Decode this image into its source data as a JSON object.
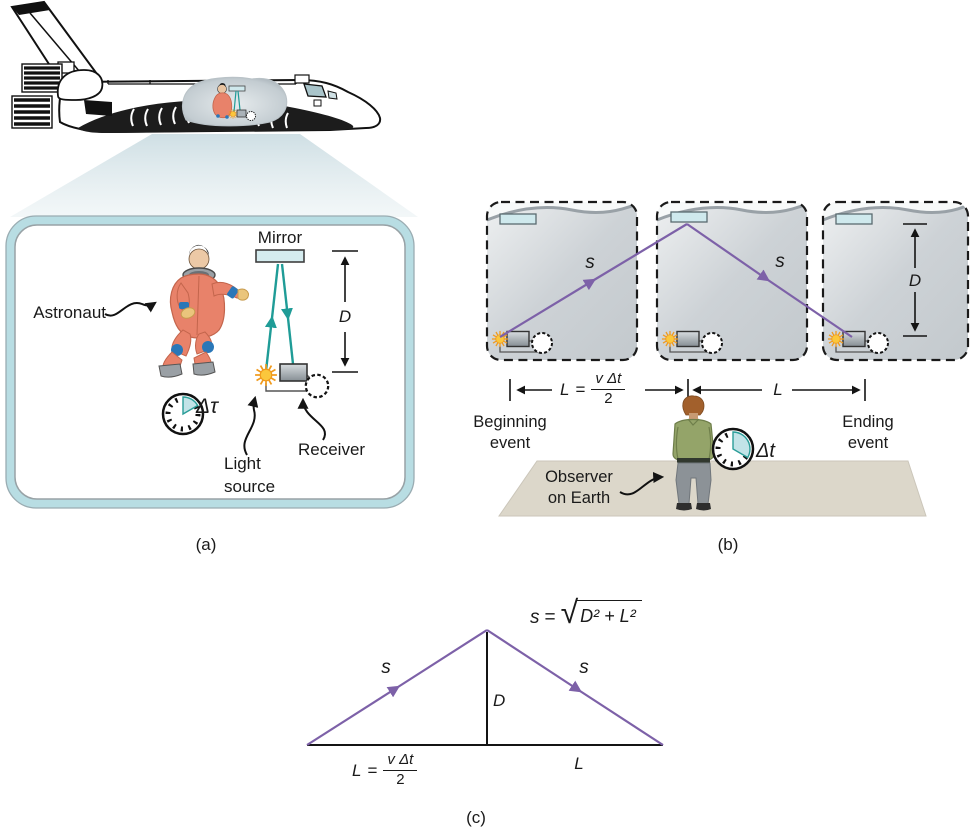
{
  "colors": {
    "teal_light_path": "#1f9c97",
    "purple_light_path": "#7d61a8",
    "panel_border": "#b8dde3",
    "mirror_fill": "#d5ecef",
    "ground": "#dcd7ca",
    "astronaut_suit": "#e8826a",
    "clock_wedge": "#c2e3e7"
  },
  "panel_a": {
    "caption": "(a)",
    "mirror": "Mirror",
    "astronaut": "Astronaut",
    "proper_time": "Δτ",
    "light_source": "Light\nsource",
    "receiver": "Receiver",
    "distance": "D"
  },
  "panel_b": {
    "caption": "(b)",
    "s_left": "s",
    "s_right": "s",
    "distance": "D",
    "dim_left": {
      "lhs": "L",
      "eq": "=",
      "num": "v Δt",
      "den": "2"
    },
    "dim_right": "L",
    "beginning_event": "Beginning\nevent",
    "ending_event": "Ending\nevent",
    "observer": "Observer\non Earth",
    "dilated_time": "Δt"
  },
  "panel_c": {
    "caption": "(c)",
    "equation": {
      "lhs": "s",
      "eq": "=",
      "radical": "√",
      "radicand": "D² +  L²"
    },
    "s_left": "s",
    "s_right": "s",
    "height": "D",
    "base_left": {
      "lhs": "L",
      "eq": "=",
      "num": "v Δt",
      "den": "2"
    },
    "base_right": "L"
  }
}
